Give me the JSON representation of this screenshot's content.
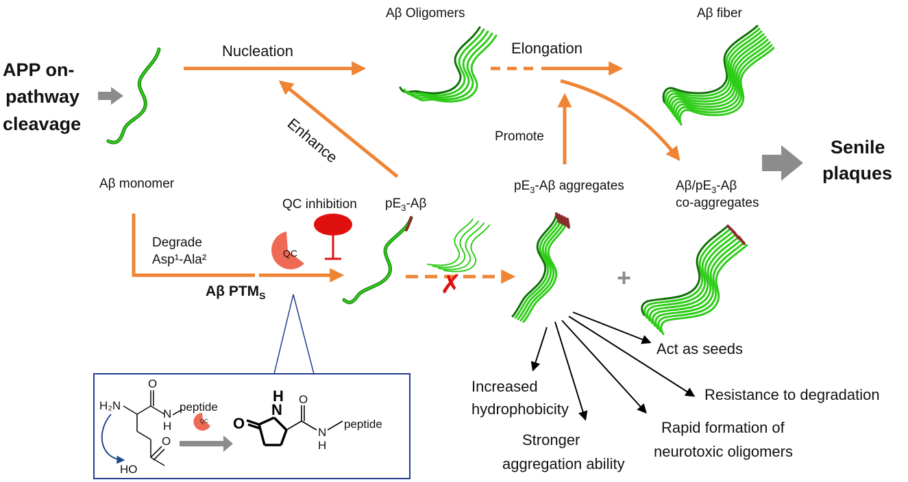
{
  "labels": {
    "app_line1": "APP on-",
    "app_line2": "pathway",
    "app_line3": "cleavage",
    "nucleation": "Nucleation",
    "oligomers": "Aβ Oligomers",
    "elongation": "Elongation",
    "fiber": "Aβ fiber",
    "enhance": "Enhance",
    "promote": "Promote",
    "monomer": "Aβ monomer",
    "pe3_ab": "pE",
    "pe3_ab_sub": "3",
    "pe3_ab_tail": "-Aβ",
    "pe3_agg": "pE",
    "pe3_agg_sub": "3",
    "pe3_agg_tail": "-Aβ aggregates",
    "coagg_line1": "Aβ/pE",
    "coagg_line1_sub": "3",
    "coagg_line1_tail": "-Aβ",
    "coagg_line2": "co-aggregates",
    "senile_line1": "Senile",
    "senile_line2": "plaques",
    "qc_inhibition": "QC inhibition",
    "degrade_line1": "Degrade",
    "degrade_line2": "Asp¹-Ala²",
    "ptms": "Aβ PTM",
    "ptms_sub": "S",
    "qc": "QC",
    "qc_small": "QC",
    "plus": "+",
    "cross": "✗"
  },
  "effects": {
    "seeds": "Act as seeds",
    "hydro_line1": "Increased",
    "hydro_line2": "hydrophobicity",
    "resist": "Resistance to degradation",
    "stronger_line1": "Stronger",
    "stronger_line2": "aggregation ability",
    "rapid_line1": "Rapid formation of",
    "rapid_line2": "neurotoxic oligomers"
  },
  "chemistry": {
    "h2n": "H₂N",
    "nh_top": "N",
    "h_top": "H",
    "peptide_top": "peptide",
    "ho": "HO",
    "o_top1": "O",
    "o_bottom": "O",
    "o_ring": "O",
    "ring_n": "N",
    "ring_h": "H",
    "o_top2": "O",
    "n_right": "N",
    "h_right": "H",
    "peptide_right": "peptide"
  },
  "colors": {
    "arrow": "#ee8434",
    "peptide": "#2ecc18",
    "peptide_dark": "#0e6e06",
    "pe_tip": "#8b2b2b",
    "qc": "#ee6a55",
    "inhibitor": "#e01010",
    "grey_arrow": "#8c8c8c",
    "box_border": "#1f3b8f",
    "curved_arrow": "#1f4a8a"
  }
}
